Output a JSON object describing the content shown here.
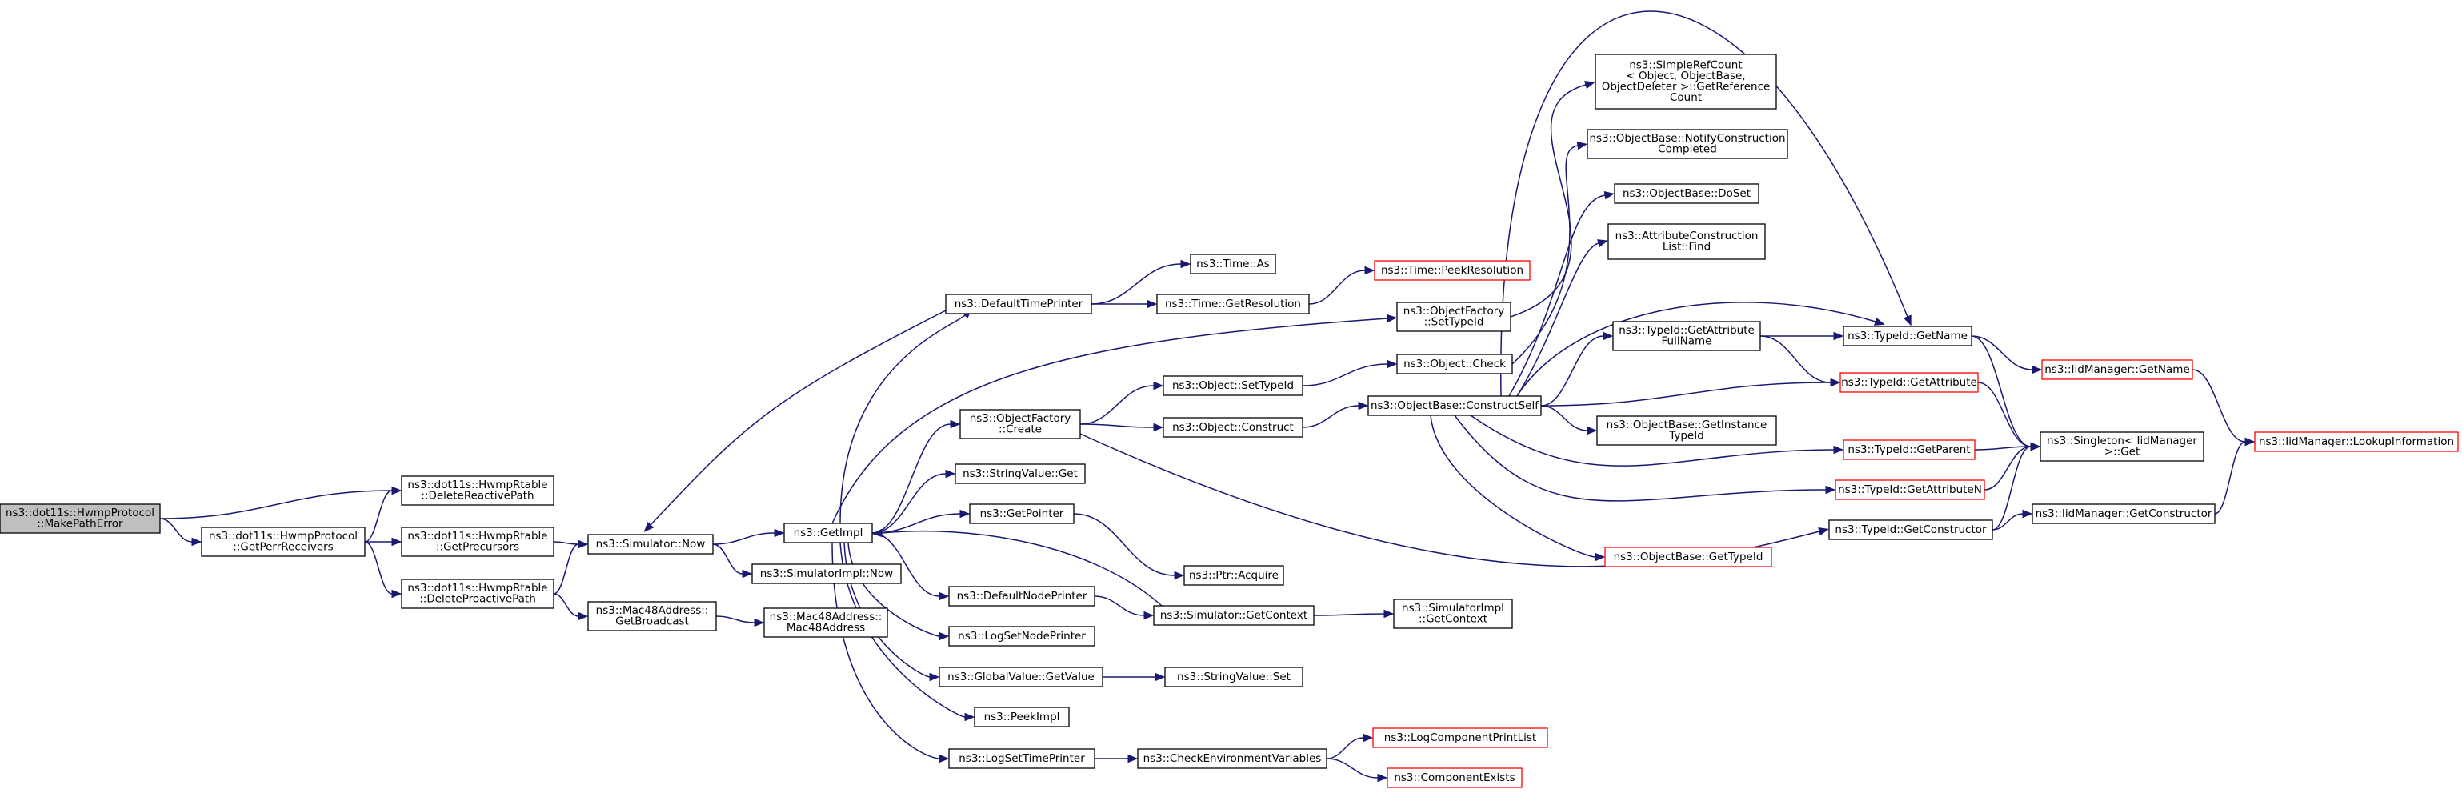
{
  "nodes": [
    {
      "id": "makePathError",
      "lines": [
        "ns3::dot11s::HwmpProtocol",
        "::MakePathError"
      ],
      "style": "root"
    },
    {
      "id": "getPerrReceivers",
      "lines": [
        "ns3::dot11s::HwmpProtocol",
        "::GetPerrReceivers"
      ]
    },
    {
      "id": "deleteReactivePath",
      "lines": [
        "ns3::dot11s::HwmpRtable",
        "::DeleteReactivePath"
      ]
    },
    {
      "id": "getPrecursors",
      "lines": [
        "ns3::dot11s::HwmpRtable",
        "::GetPrecursors"
      ]
    },
    {
      "id": "deleteProactivePath",
      "lines": [
        "ns3::dot11s::HwmpRtable",
        "::DeleteProactivePath"
      ]
    },
    {
      "id": "simulatorNow",
      "lines": [
        "ns3::Simulator::Now"
      ]
    },
    {
      "id": "getBroadcast",
      "lines": [
        "ns3::Mac48Address::",
        "GetBroadcast"
      ]
    },
    {
      "id": "getImpl",
      "lines": [
        "ns3::GetImpl"
      ]
    },
    {
      "id": "simulatorImplNow",
      "lines": [
        "ns3::SimulatorImpl::Now"
      ]
    },
    {
      "id": "mac48Address",
      "lines": [
        "ns3::Mac48Address::",
        "Mac48Address"
      ]
    },
    {
      "id": "defaultTimePrinter",
      "lines": [
        "ns3::DefaultTimePrinter"
      ]
    },
    {
      "id": "objectFactoryCreate",
      "lines": [
        "ns3::ObjectFactory",
        "::Create"
      ]
    },
    {
      "id": "stringValueGet",
      "lines": [
        "ns3::StringValue::Get"
      ]
    },
    {
      "id": "getPointer",
      "lines": [
        "ns3::GetPointer"
      ]
    },
    {
      "id": "defaultNodePrinter",
      "lines": [
        "ns3::DefaultNodePrinter"
      ]
    },
    {
      "id": "logSetNodePrinter",
      "lines": [
        "ns3::LogSetNodePrinter"
      ]
    },
    {
      "id": "globalValueGetValue",
      "lines": [
        "ns3::GlobalValue::GetValue"
      ]
    },
    {
      "id": "peekImpl",
      "lines": [
        "ns3::PeekImpl"
      ]
    },
    {
      "id": "logSetTimePrinter",
      "lines": [
        "ns3::LogSetTimePrinter"
      ]
    },
    {
      "id": "timeAs",
      "lines": [
        "ns3::Time::As"
      ]
    },
    {
      "id": "timeGetResolution",
      "lines": [
        "ns3::Time::GetResolution"
      ]
    },
    {
      "id": "objectSetTypeId",
      "lines": [
        "ns3::Object::SetTypeId"
      ]
    },
    {
      "id": "objectConstruct",
      "lines": [
        "ns3::Object::Construct"
      ]
    },
    {
      "id": "ptrAcquire",
      "lines": [
        "ns3::Ptr::Acquire"
      ]
    },
    {
      "id": "simulatorGetContext",
      "lines": [
        "ns3::Simulator::GetContext"
      ]
    },
    {
      "id": "stringValueSet",
      "lines": [
        "ns3::StringValue::Set"
      ]
    },
    {
      "id": "checkEnvVars",
      "lines": [
        "ns3::CheckEnvironmentVariables"
      ]
    },
    {
      "id": "timePeekResolution",
      "lines": [
        "ns3::Time::PeekResolution"
      ],
      "style": "trunc"
    },
    {
      "id": "objectFactorySetTypeId",
      "lines": [
        "ns3::ObjectFactory",
        "::SetTypeId"
      ]
    },
    {
      "id": "objectCheck",
      "lines": [
        "ns3::Object::Check"
      ]
    },
    {
      "id": "constructSelf",
      "lines": [
        "ns3::ObjectBase::ConstructSelf"
      ]
    },
    {
      "id": "simImplGetContext",
      "lines": [
        "ns3::SimulatorImpl",
        "::GetContext"
      ]
    },
    {
      "id": "logComponentPrintList",
      "lines": [
        "ns3::LogComponentPrintList"
      ],
      "style": "trunc"
    },
    {
      "id": "componentExists",
      "lines": [
        "ns3::ComponentExists"
      ],
      "style": "trunc"
    },
    {
      "id": "simpleRefCount",
      "lines": [
        "ns3::SimpleRefCount",
        "< Object, ObjectBase,",
        "ObjectDeleter >::GetReference",
        "Count"
      ]
    },
    {
      "id": "notifyConstruction",
      "lines": [
        "ns3::ObjectBase::NotifyConstruction",
        "Completed"
      ]
    },
    {
      "id": "objectBaseDoSet",
      "lines": [
        "ns3::ObjectBase::DoSet"
      ]
    },
    {
      "id": "attrConstructionFind",
      "lines": [
        "ns3::AttributeConstruction",
        "List::Find"
      ]
    },
    {
      "id": "getAttributeFullName",
      "lines": [
        "ns3::TypeId::GetAttribute",
        "FullName"
      ]
    },
    {
      "id": "getInstanceTypeId",
      "lines": [
        "ns3::ObjectBase::GetInstance",
        "TypeId"
      ]
    },
    {
      "id": "objectBaseGetTypeId",
      "lines": [
        "ns3::ObjectBase::GetTypeId"
      ],
      "style": "trunc"
    },
    {
      "id": "typeIdGetName",
      "lines": [
        "ns3::TypeId::GetName"
      ]
    },
    {
      "id": "typeIdGetAttribute",
      "lines": [
        "ns3::TypeId::GetAttribute"
      ],
      "style": "trunc"
    },
    {
      "id": "typeIdGetParent",
      "lines": [
        "ns3::TypeId::GetParent"
      ],
      "style": "trunc"
    },
    {
      "id": "typeIdGetAttributeN",
      "lines": [
        "ns3::TypeId::GetAttributeN"
      ],
      "style": "trunc"
    },
    {
      "id": "typeIdGetConstructor",
      "lines": [
        "ns3::TypeId::GetConstructor"
      ]
    },
    {
      "id": "iidManagerGetName",
      "lines": [
        "ns3::IidManager::GetName"
      ],
      "style": "trunc"
    },
    {
      "id": "singletonGet",
      "lines": [
        "ns3::Singleton< IidManager",
        ">::Get"
      ]
    },
    {
      "id": "iidManagerGetConstructor",
      "lines": [
        "ns3::IidManager::GetConstructor"
      ]
    },
    {
      "id": "lookupInformation",
      "lines": [
        "ns3::IidManager::LookupInformation"
      ],
      "style": "trunc"
    }
  ]
}
